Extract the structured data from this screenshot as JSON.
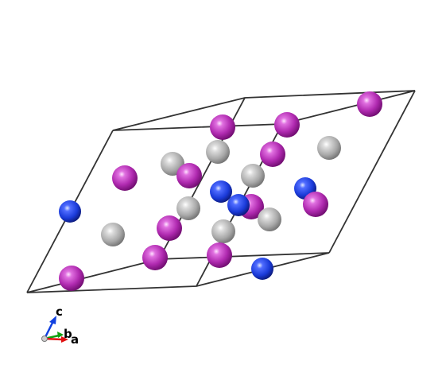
{
  "colors": {
    "cell_edge": "#333333",
    "magenta_atom": "#b02ab0",
    "gray_atom": "#a8a8a8",
    "blue_atom": "#1a3ad8",
    "axis_a": "#e01010",
    "axis_b": "#10a010",
    "axis_c": "#1040e0",
    "origin": "#9a9a9a"
  },
  "axes": {
    "c_label": "c",
    "b_label": "b",
    "a_label": "a"
  }
}
